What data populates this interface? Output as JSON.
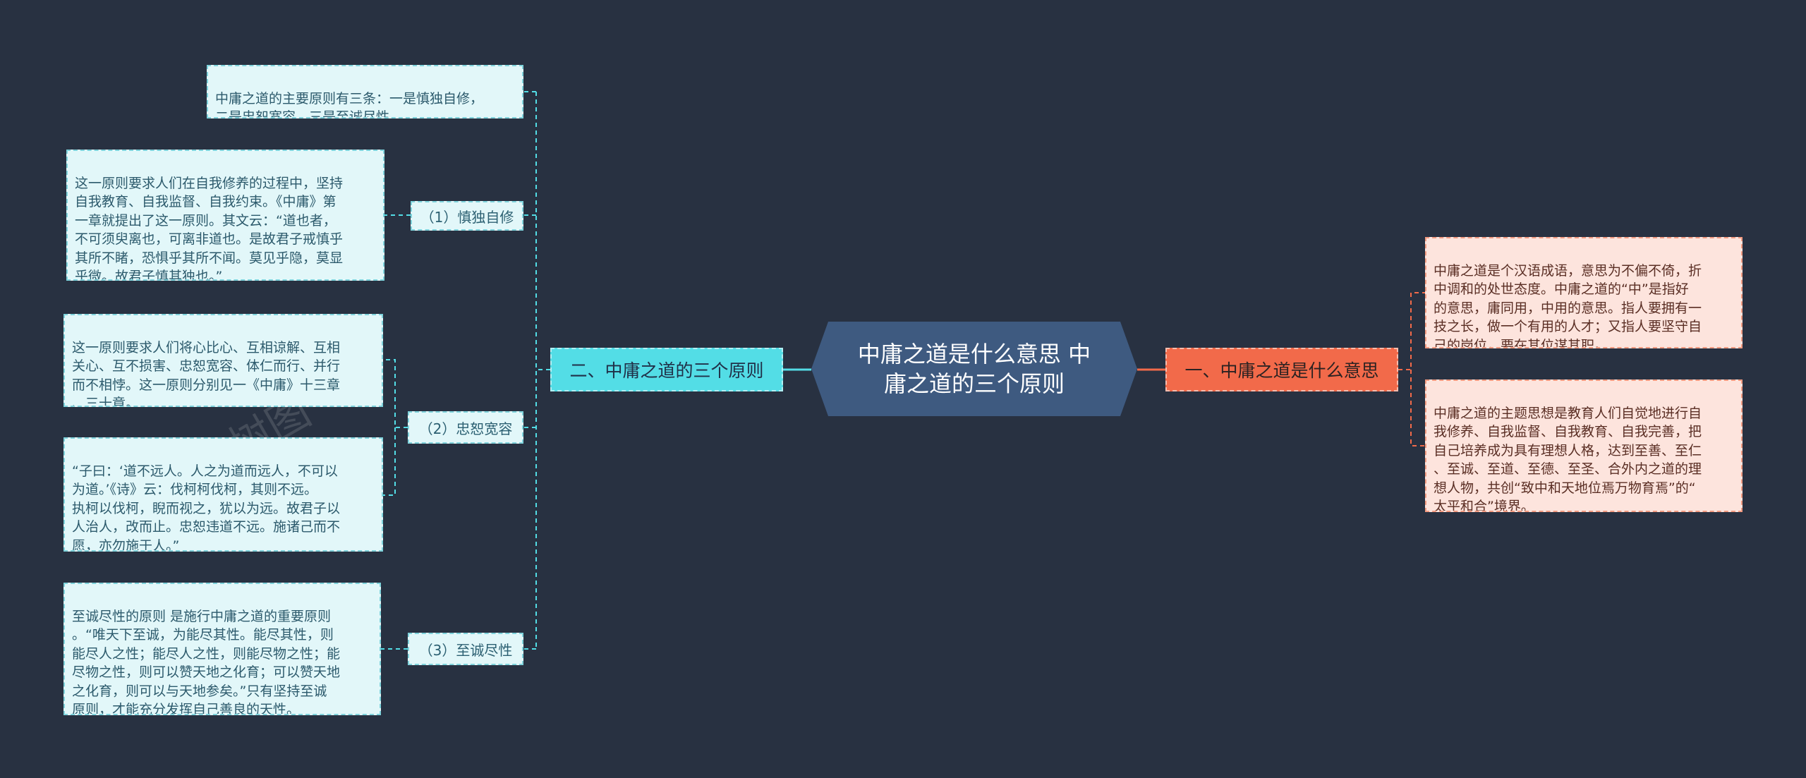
{
  "colors": {
    "background": "#283141",
    "central": "#3e5a80",
    "left_branch": "#53dde6",
    "right_branch": "#f26a4a",
    "left_leaf": "#e2f7f9",
    "right_leaf": "#fde4dd"
  },
  "central": {
    "title": "中庸之道是什么意思 中庸之道的三个原则"
  },
  "left_branch": {
    "label": "二、中庸之道的三个原则",
    "intro": "中庸之道的主要原则有三条：一是慎独自修，\n二是忠恕宽容，三是至诚尽性。",
    "subs": [
      {
        "label": "（1）慎独自修",
        "details": [
          "这一原则要求人们在自我修养的过程中，坚持\n自我教育、自我监督、自我约束。《中庸》第\n一章就提出了这一原则。其文云：“道也者，\n不可须臾离也，可离非道也。是故君子戒慎乎\n其所不睹，恐惧乎其所不闻。莫见乎隐，莫显\n乎微。故君子慎其独也。”"
        ]
      },
      {
        "label": "（2）忠恕宽容",
        "details": [
          "这一原则要求人们将心比心、互相谅解、互相\n关心、互不损害、忠恕宽容、体仁而行、并行\n而不相悖。这一原则分别见一《中庸》十三章\n、三十章。",
          "“子曰：‘道不远人。人之为道而远人，不可以\n为道。’《诗》云：伐柯柯伐柯，其则不远。\n执柯以伐柯，睨而视之，犹以为远。故君子以\n人治人，改而止。忠恕违道不远。施诸己而不\n愿，亦勿施于人。”"
        ]
      },
      {
        "label": "（3）至诚尽性",
        "details": [
          "至诚尽性的原则 是施行中庸之道的重要原则\n。“唯天下至诚，为能尽其性。能尽其性，则\n能尽人之性；能尽人之性，则能尽物之性；能\n尽物之性，则可以赞天地之化育；可以赞天地\n之化育，则可以与天地参矣。”只有坚持至诚\n原则，才能充分发挥自己善良的天性。"
        ]
      }
    ]
  },
  "right_branch": {
    "label": "一、中庸之道是什么意思",
    "details": [
      "中庸之道是个汉语成语，意思为不偏不倚，折\n中调和的处世态度。中庸之道的“中”是指好\n的意思，庸同用，中用的意思。指人要拥有一\n技之长，做一个有用的人才；又指人要坚守自\n己的岗位，要在其位谋其职。",
      "中庸之道的主题思想是教育人们自觉地进行自\n我修养、自我监督、自我教育、自我完善，把\n自己培养成为具有理想人格，达到至善、至仁\n、至诚、至道、至德、至圣、合外内之道的理\n想人物，共创“致中和天地位焉万物育焉”的“\n太平和合”境界。"
    ]
  }
}
